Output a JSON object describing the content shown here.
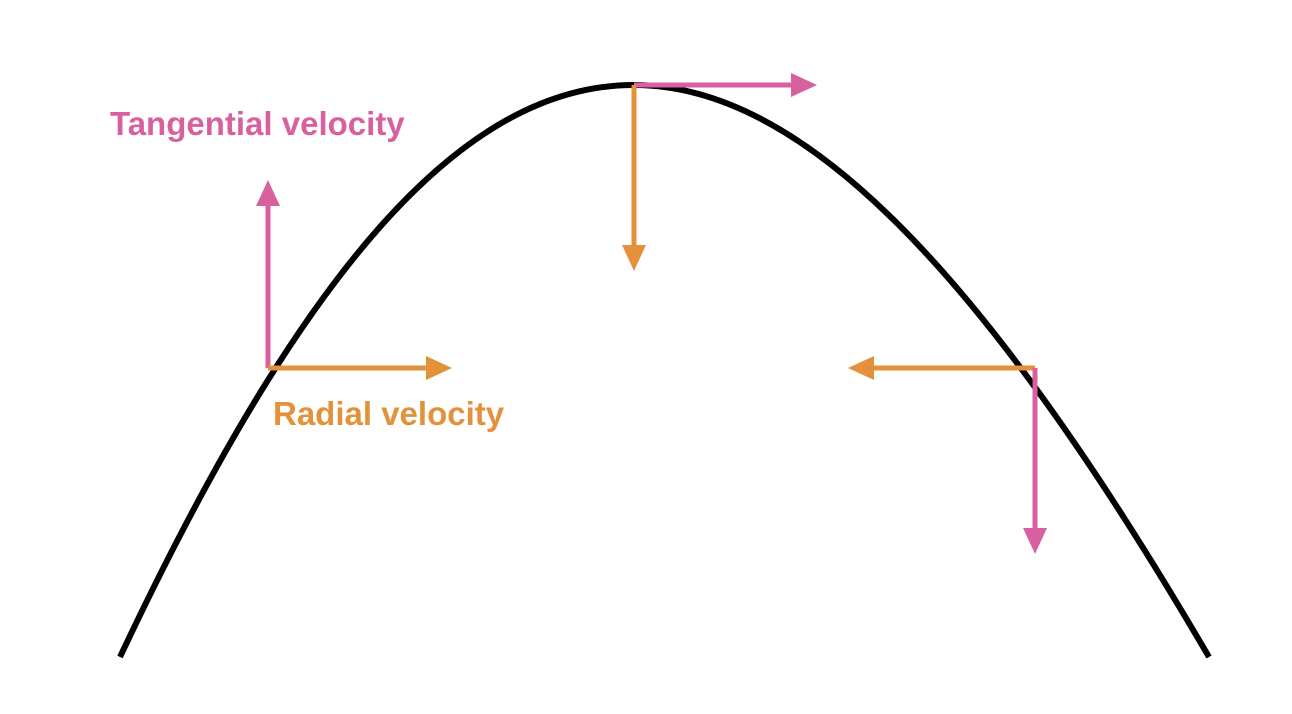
{
  "labels": {
    "tangential": "Tangential velocity",
    "radial": "Radial velocity"
  },
  "colors": {
    "curve": "#000000",
    "tangential": "#d9609f",
    "radial": "#e3913a",
    "background": "#ffffff"
  },
  "vectors": [
    {
      "point": "left",
      "component": "tangential",
      "direction": "up"
    },
    {
      "point": "left",
      "component": "radial",
      "direction": "right"
    },
    {
      "point": "apex",
      "component": "tangential",
      "direction": "right"
    },
    {
      "point": "apex",
      "component": "radial",
      "direction": "down"
    },
    {
      "point": "right",
      "component": "radial",
      "direction": "left"
    },
    {
      "point": "right",
      "component": "tangential",
      "direction": "down"
    }
  ]
}
